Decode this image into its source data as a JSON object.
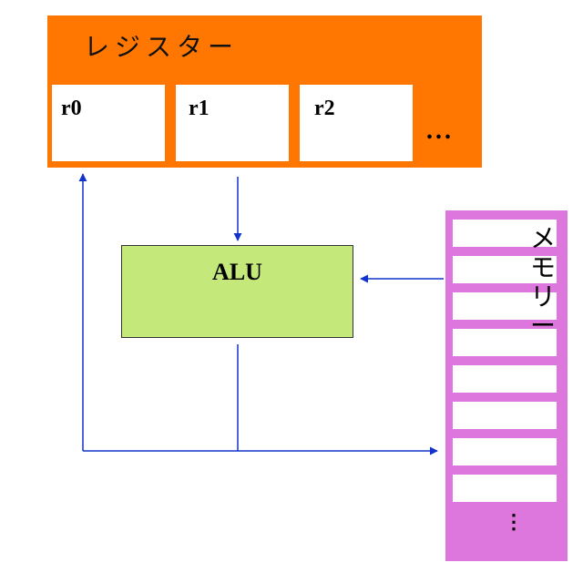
{
  "registers": {
    "title": "レジスター",
    "cells": [
      {
        "label": "r0"
      },
      {
        "label": "r1"
      },
      {
        "label": "r2"
      }
    ],
    "ellipsis": "..."
  },
  "alu": {
    "label": "ALU"
  },
  "memory": {
    "label_chars": [
      "メ",
      "モ",
      "リ",
      "ー"
    ],
    "slot_count": 8,
    "ellipsis": "⋮"
  },
  "colors": {
    "registers": "#ff7700",
    "alu": "#c4e87a",
    "memory": "#dd77dd",
    "arrows": "#1133cc"
  }
}
